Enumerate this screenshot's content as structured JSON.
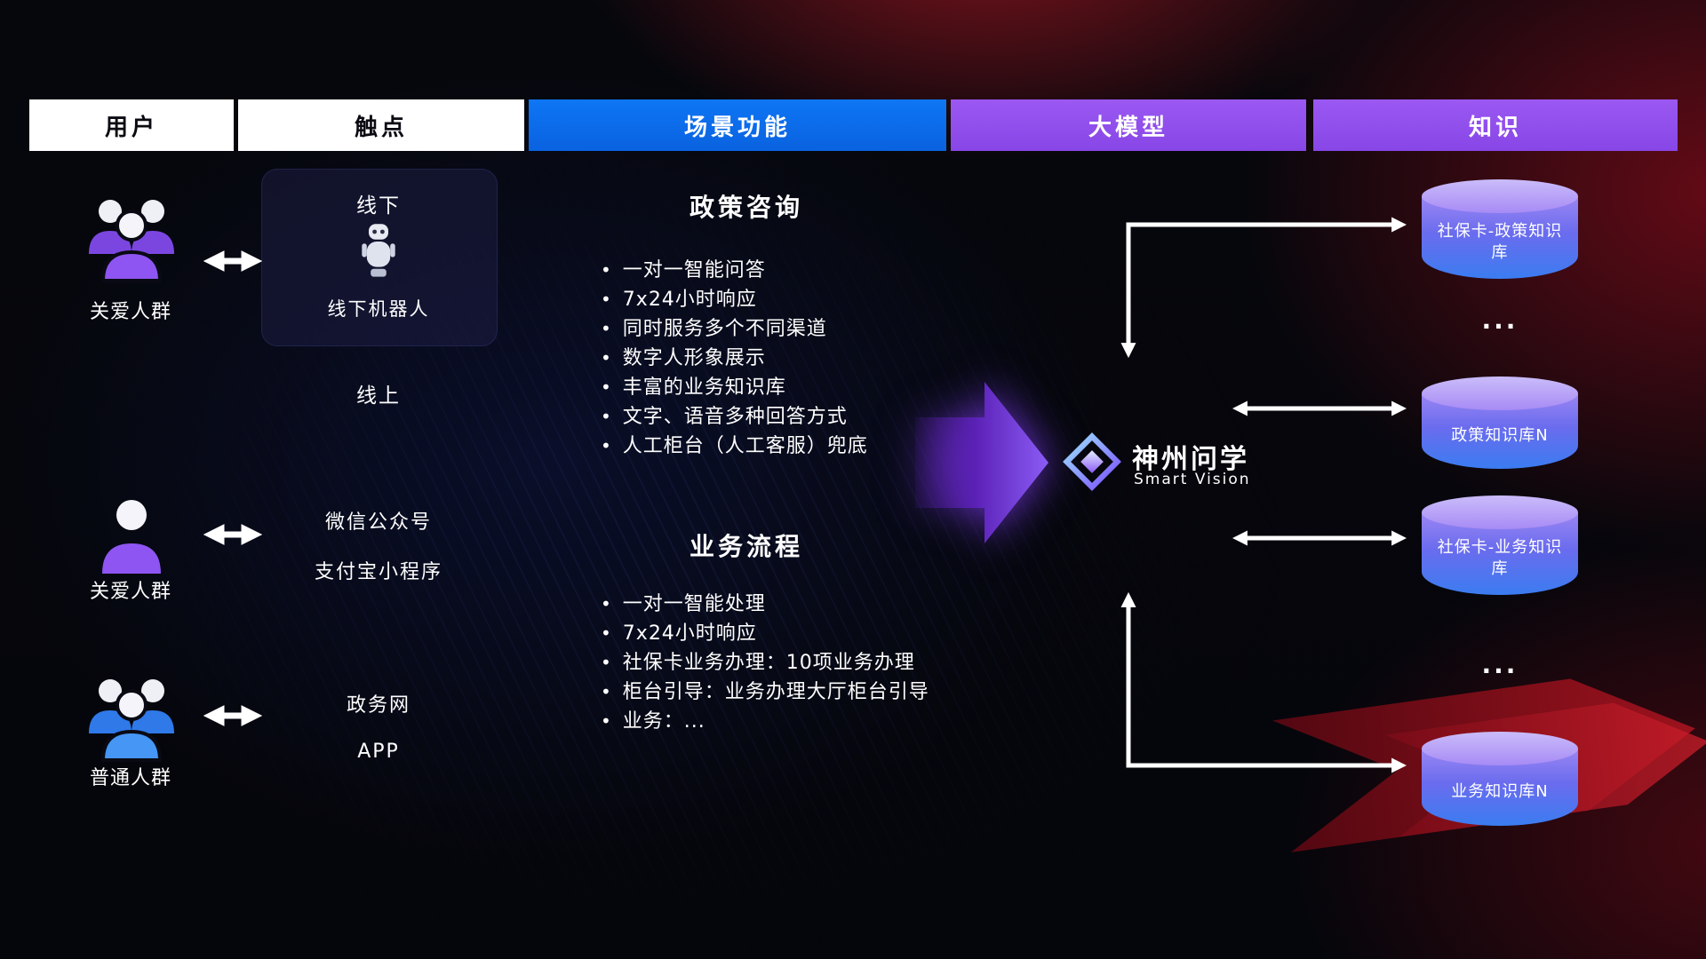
{
  "header": {
    "columns": [
      {
        "label": "用户"
      },
      {
        "label": "触点"
      },
      {
        "label": "场景功能"
      },
      {
        "label": "大模型"
      },
      {
        "label": "知识"
      }
    ]
  },
  "users": [
    {
      "label": "关爱人群"
    },
    {
      "label": "关爱人群"
    },
    {
      "label": "普通人群"
    }
  ],
  "touchpoints": {
    "offline_title": "线下",
    "offline_robot_label": "线下机器人",
    "online_title": "线上",
    "wechat": "微信公众号",
    "alipay": "支付宝小程序",
    "gov_web": "政务网",
    "app": "APP"
  },
  "scenario": {
    "policy": {
      "title": "政策咨询",
      "items": [
        "一对一智能问答",
        "7x24小时响应",
        "同时服务多个不同渠道",
        "数字人形象展示",
        "丰富的业务知识库",
        "文字、语音多种回答方式",
        "人工柜台（人工客服）兜底"
      ]
    },
    "business": {
      "title": "业务流程",
      "items": [
        "一对一智能处理",
        "7x24小时响应",
        "社保卡业务办理：10项业务办理",
        "柜台引导：业务办理大厅柜台引导",
        "业务：..."
      ]
    }
  },
  "model": {
    "name": "神州问学",
    "subtitle": "Smart Vision"
  },
  "knowledge": {
    "databases": [
      {
        "label": "社保卡-政策知识库"
      },
      {
        "label": "政策知识库N"
      },
      {
        "label": "社保卡-业务知识库"
      },
      {
        "label": "业务知识库N"
      }
    ],
    "ellipsis": "..."
  },
  "colors": {
    "scene_blue": "#0c6ef2",
    "model_purple": "#9552f0",
    "db_top": "#b9a6f8",
    "db_bottom": "#3b7cf0",
    "arrow_white": "#ffffff",
    "flow_arrow_purple": "#7c3aed",
    "user_purple": "#8e55f2",
    "user_blue": "#4596f5",
    "bg_red": "#b01020"
  }
}
